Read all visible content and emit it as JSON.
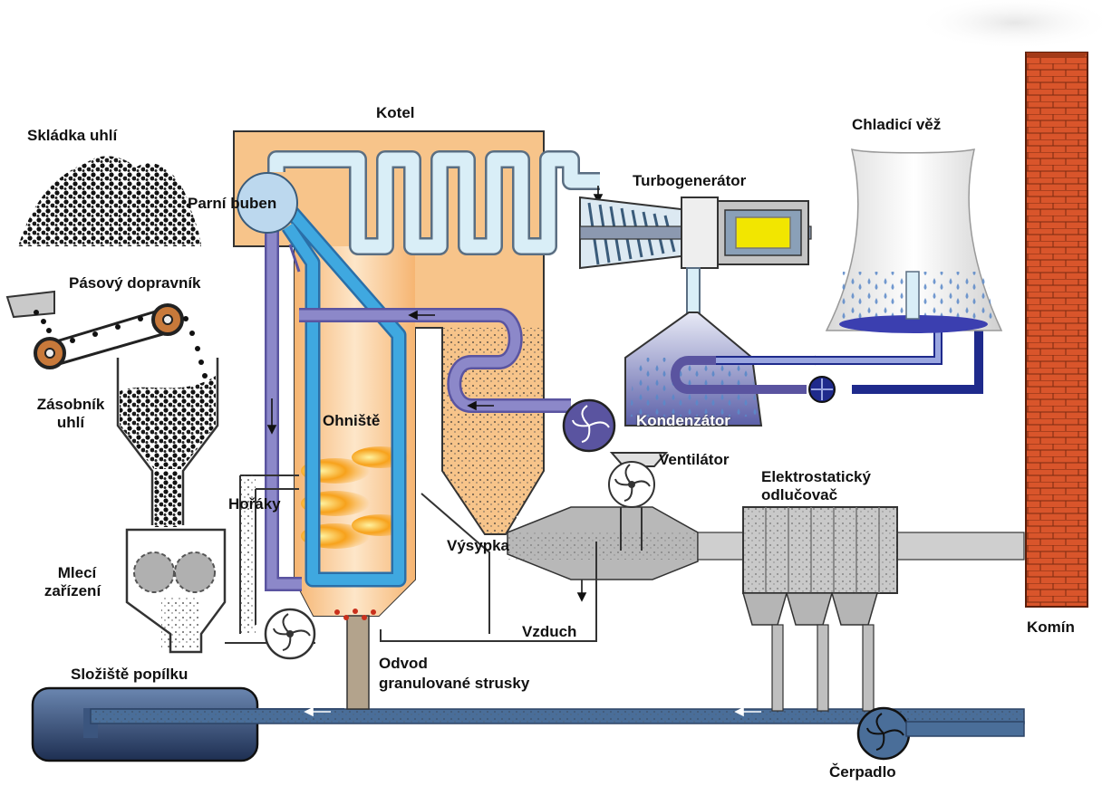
{
  "labels": {
    "coal_yard": "Skládka uhlí",
    "belt_conveyor": "Pásový dopravník",
    "coal_bunker_line1": "Zásobník",
    "coal_bunker_line2": "uhlí",
    "mill_line1": "Mlecí",
    "mill_line2": "zařízení",
    "ash_storage": "Složiště popílku",
    "boiler": "Kotel",
    "steam_drum": "Parní buben",
    "furnace": "Ohniště",
    "burners": "Hořáky",
    "hopper": "Výsypka",
    "air": "Vzduch",
    "slag_outlet_line1": "Odvod",
    "slag_outlet_line2": "granulované strusky",
    "turbogenerator": "Turbogenerátor",
    "condenser": "Kondenzátor",
    "fan": "Ventilátor",
    "precipitator_line1": "Elektrostatický",
    "precipitator_line2": "odlučovač",
    "cooling_tower": "Chladicí věž",
    "chimney": "Komín",
    "pump": "Čerpadlo"
  },
  "colors": {
    "boiler_fill": "#f7c48a",
    "steam_pipe": "#d9eef7",
    "water_pipe": "#8c88c9",
    "riser_blue": "#3fa8e0",
    "cooling_water": "#1f2a8c",
    "flue_gas": "#b8b8b8",
    "ash_line": "#4a6e99",
    "brick": "#d9552b",
    "generator_core": "#f2e600"
  }
}
